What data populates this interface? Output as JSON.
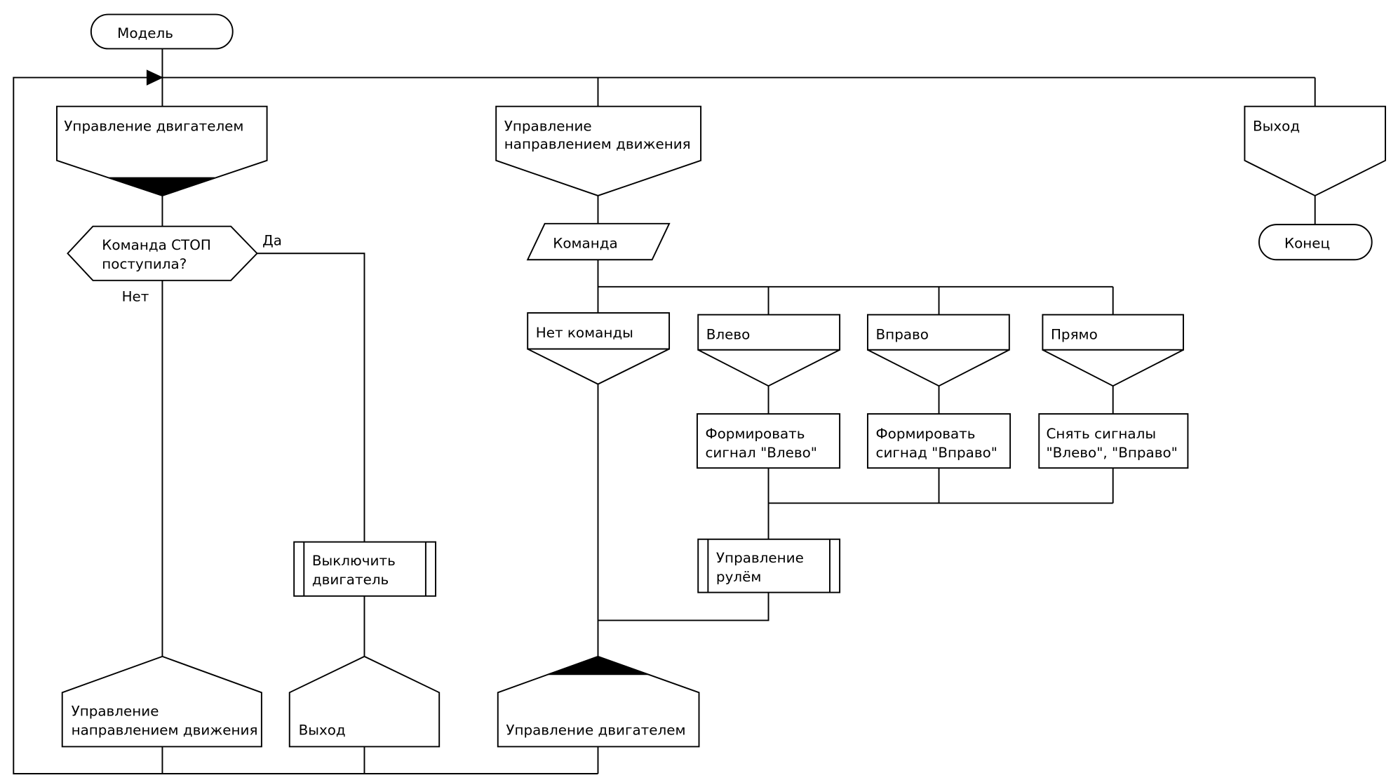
{
  "diagram": {
    "start": "Модель",
    "branches": {
      "engine": {
        "header": "Управление двигателем",
        "decision": [
          "Команда СТОП",
          "поступила?"
        ],
        "yes_label": "Да",
        "no_label": "Нет",
        "subroutine": [
          "Выключить",
          "двигатель"
        ],
        "goto_direction": [
          "Управление",
          "направлением движения"
        ],
        "goto_exit": "Выход"
      },
      "direction": {
        "header": [
          "Управление",
          "направлением движения"
        ],
        "input": "Команда",
        "cases": [
          {
            "label": "Нет команды"
          },
          {
            "label": "Влево",
            "action": [
              "Формировать",
              "сигнал \"Влево\""
            ]
          },
          {
            "label": "Вправо",
            "action": [
              "Формировать",
              "сигнад \"Вправо\""
            ]
          },
          {
            "label": "Прямо",
            "action": [
              "Снять сигналы",
              "\"Влево\", \"Вправо\""
            ]
          }
        ],
        "subroutine": [
          "Управление",
          "рулём"
        ],
        "goto_engine": "Управление двигателем"
      },
      "exit": {
        "header": "Выход",
        "end": "Конец"
      }
    }
  }
}
